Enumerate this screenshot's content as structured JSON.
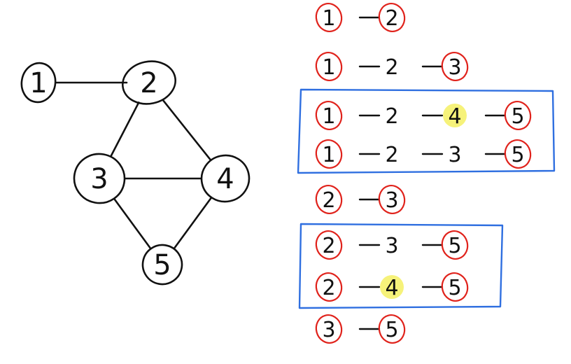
{
  "colors": {
    "ink": "#111111",
    "highlight_circle": "#e0221b",
    "box": "#2f6fe0",
    "marker": "#f6f27a"
  },
  "graph": {
    "nodes": [
      {
        "id": "1",
        "label": "1"
      },
      {
        "id": "2",
        "label": "2"
      },
      {
        "id": "3",
        "label": "3"
      },
      {
        "id": "4",
        "label": "4"
      },
      {
        "id": "5",
        "label": "5"
      }
    ],
    "edges": [
      [
        "1",
        "2"
      ],
      [
        "2",
        "3"
      ],
      [
        "2",
        "4"
      ],
      [
        "3",
        "4"
      ],
      [
        "3",
        "5"
      ],
      [
        "4",
        "5"
      ]
    ]
  },
  "paths": [
    {
      "nodes": [
        "1",
        "2"
      ],
      "circled": [
        true,
        true
      ],
      "yellow": [
        false,
        false
      ]
    },
    {
      "nodes": [
        "1",
        "2",
        "3"
      ],
      "circled": [
        true,
        false,
        true
      ],
      "yellow": [
        false,
        false,
        false
      ]
    },
    {
      "nodes": [
        "1",
        "2",
        "4",
        "5"
      ],
      "circled": [
        true,
        false,
        false,
        true
      ],
      "yellow": [
        false,
        false,
        true,
        false
      ]
    },
    {
      "nodes": [
        "1",
        "2",
        "3",
        "5"
      ],
      "circled": [
        true,
        false,
        false,
        true
      ],
      "yellow": [
        false,
        false,
        false,
        false
      ]
    },
    {
      "nodes": [
        "2",
        "3"
      ],
      "circled": [
        true,
        true
      ],
      "yellow": [
        false,
        false
      ]
    },
    {
      "nodes": [
        "2",
        "3",
        "5"
      ],
      "circled": [
        true,
        false,
        true
      ],
      "yellow": [
        false,
        false,
        false
      ]
    },
    {
      "nodes": [
        "2",
        "4",
        "5"
      ],
      "circled": [
        true,
        false,
        true
      ],
      "yellow": [
        false,
        true,
        false
      ]
    },
    {
      "nodes": [
        "3",
        "5"
      ],
      "circled": [
        true,
        true
      ],
      "yellow": [
        false,
        false
      ]
    }
  ]
}
